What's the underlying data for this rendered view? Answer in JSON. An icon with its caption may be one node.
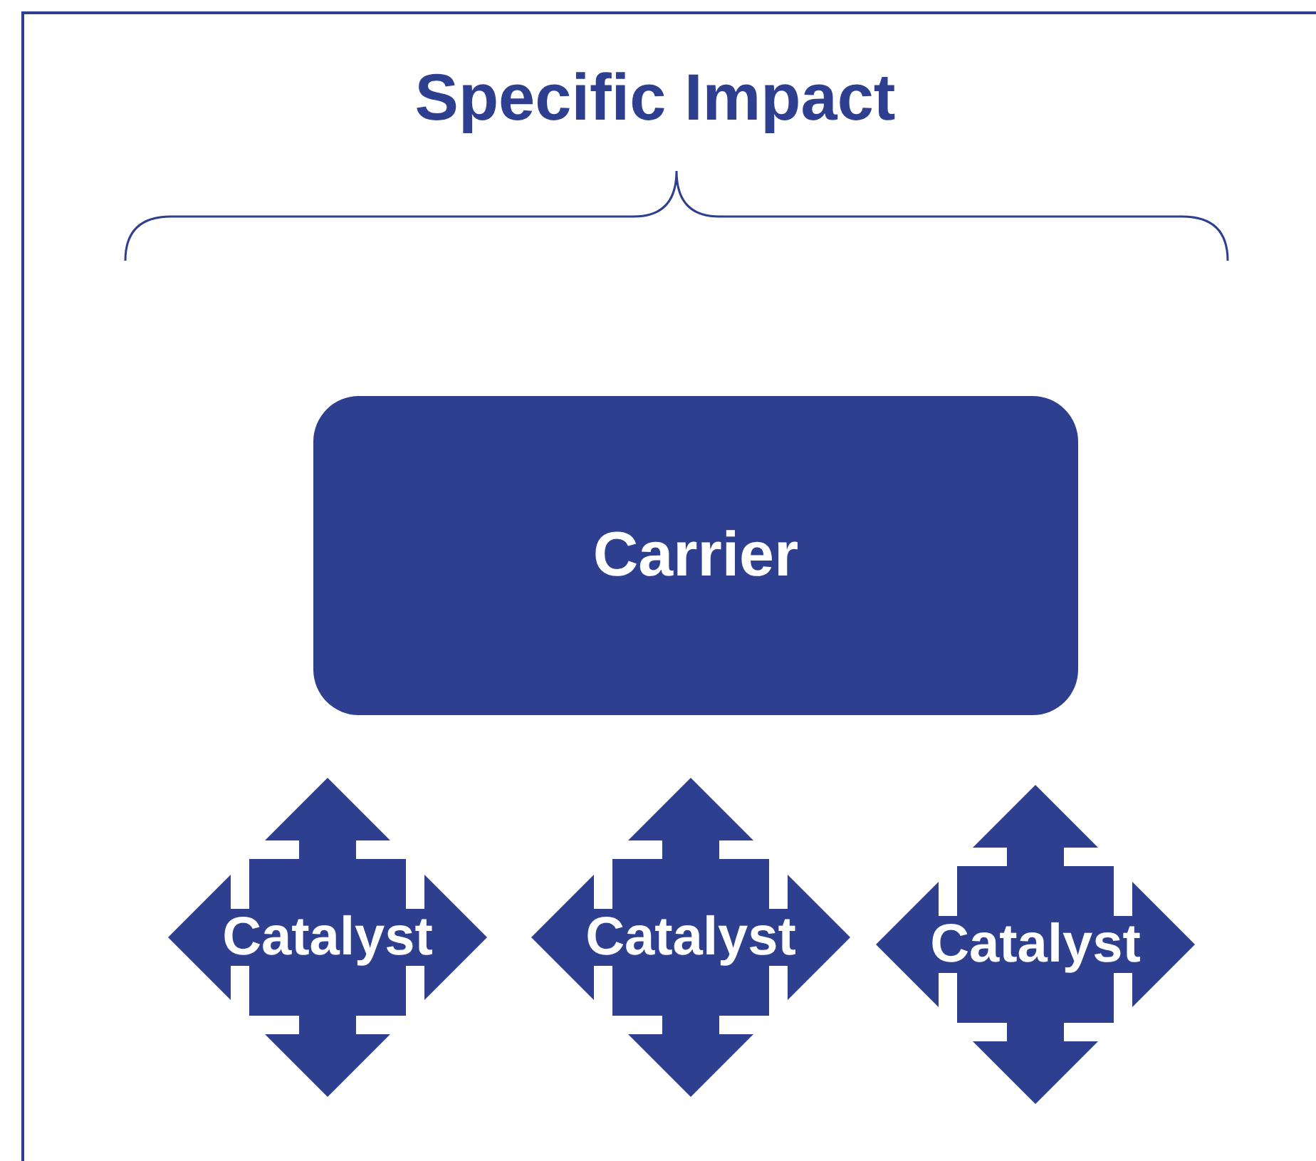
{
  "diagram": {
    "title": "Specific Impact",
    "nodes": [
      {
        "text": [
          "Carrier"
        ]
      },
      {
        "text": [
          "Catalyst"
        ]
      },
      {
        "text": [
          "Catalyst"
        ]
      },
      {
        "text": [
          "Catalyst"
        ]
      }
    ]
  }
}
